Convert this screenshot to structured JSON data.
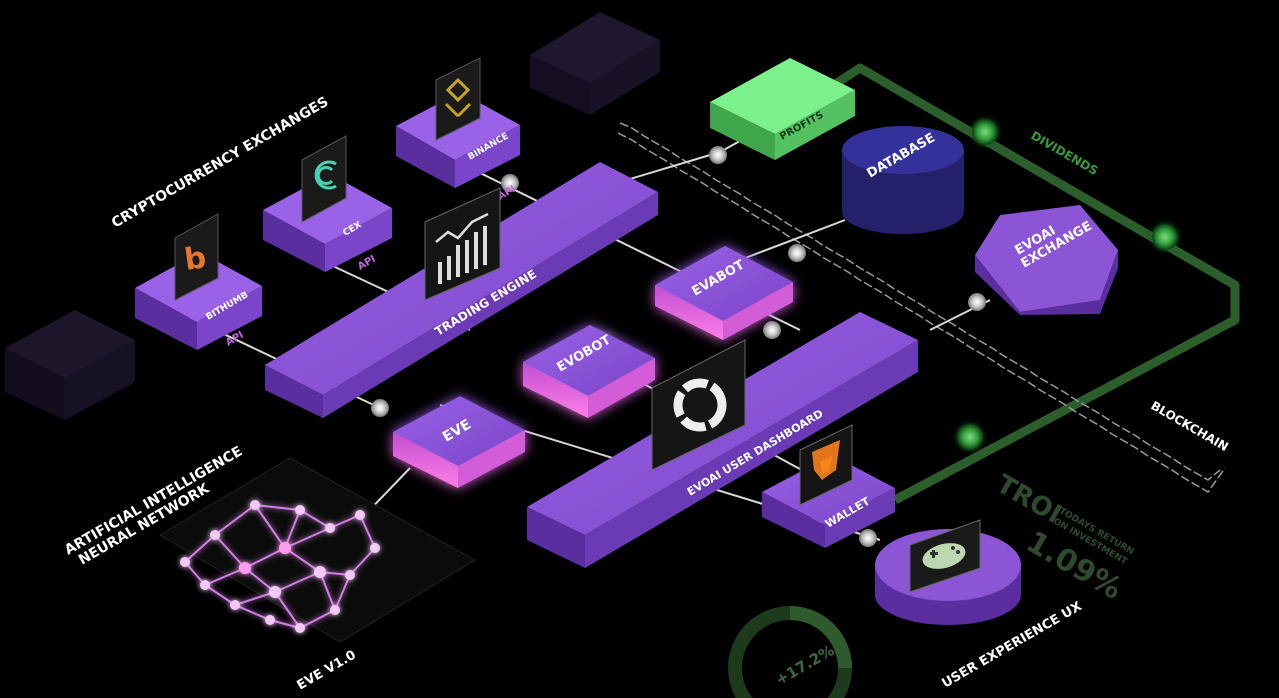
{
  "labels": {
    "crypto_exchanges": "CRYPTOCURRENCY EXCHANGES",
    "bithumb": "BITHUMB",
    "cex": "CEX",
    "binance": "BINANCE",
    "api": "API",
    "trading_engine": "TRADING ENGINE",
    "evabot": "EVABOT",
    "evobot": "EVOBOT",
    "eve": "EVE",
    "dashboard": "EVOAI USER DASHBOARD",
    "wallet": "WALLET",
    "profits": "PROFITS",
    "database": "DATABASE",
    "dividends": "DIVIDENDS",
    "evoai_exchange_1": "EVOAI",
    "evoai_exchange_2": "EXCHANGE",
    "blockchain": "BLOCKCHAIN",
    "ai_line1": "ARTIFICIAL INTELLIGENCE",
    "ai_line2": "NEURAL NETWORK",
    "eve_version": "EVE V1.0",
    "ux": "USER EXPERIENCE UX",
    "troi": "TROI",
    "troi_sub1": "TODAYS RETURN",
    "troi_sub2": "ON INVESTMENT",
    "troi_value": "1.09%",
    "gauge_value": "+17.2%"
  },
  "colors": {
    "background": "#000000",
    "purple_top": "#8b55d6",
    "purple_side": "#5a2e9e",
    "pink_glow": "#e06ad8",
    "green": "#3c8a3c",
    "navy": "#2e2a78"
  },
  "icons": [
    "bithumb-logo-icon",
    "cex-logo-icon",
    "binance-logo-icon",
    "chart-icon",
    "dashboard-ring-icon",
    "metamask-fox-icon",
    "gamepad-icon"
  ]
}
